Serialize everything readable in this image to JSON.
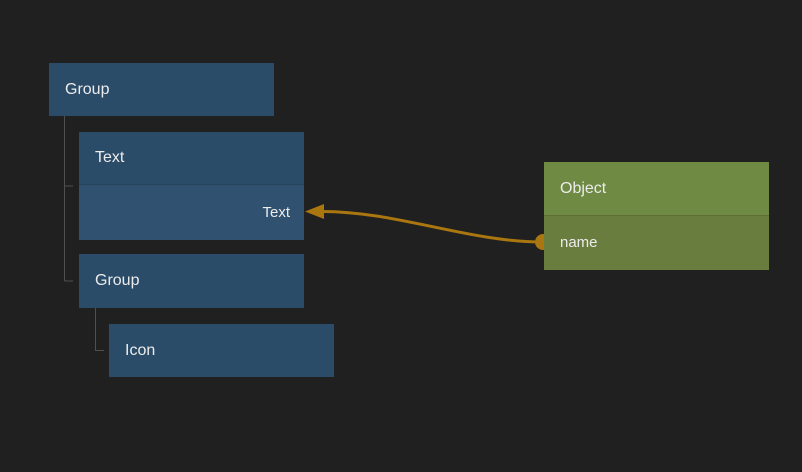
{
  "graph": {
    "layer_tree": [
      {
        "label": "Group",
        "depth": 0
      },
      {
        "label": "Text",
        "depth": 1,
        "port": "Text"
      },
      {
        "label": "Group",
        "depth": 1
      },
      {
        "label": "Icon",
        "depth": 2
      }
    ],
    "object_node": {
      "label": "Object",
      "port": "name"
    },
    "connection": {
      "from": "Object.name",
      "to": "Text.Text"
    }
  },
  "colors": {
    "bg": "#202020",
    "node_header": "#2b4c68",
    "node_row": "#305170",
    "object_header": "#6e8a43",
    "object_row": "#697d3e",
    "tree_line": "#4f4f4f",
    "connection": "#a9760f",
    "text": "#ececec"
  }
}
